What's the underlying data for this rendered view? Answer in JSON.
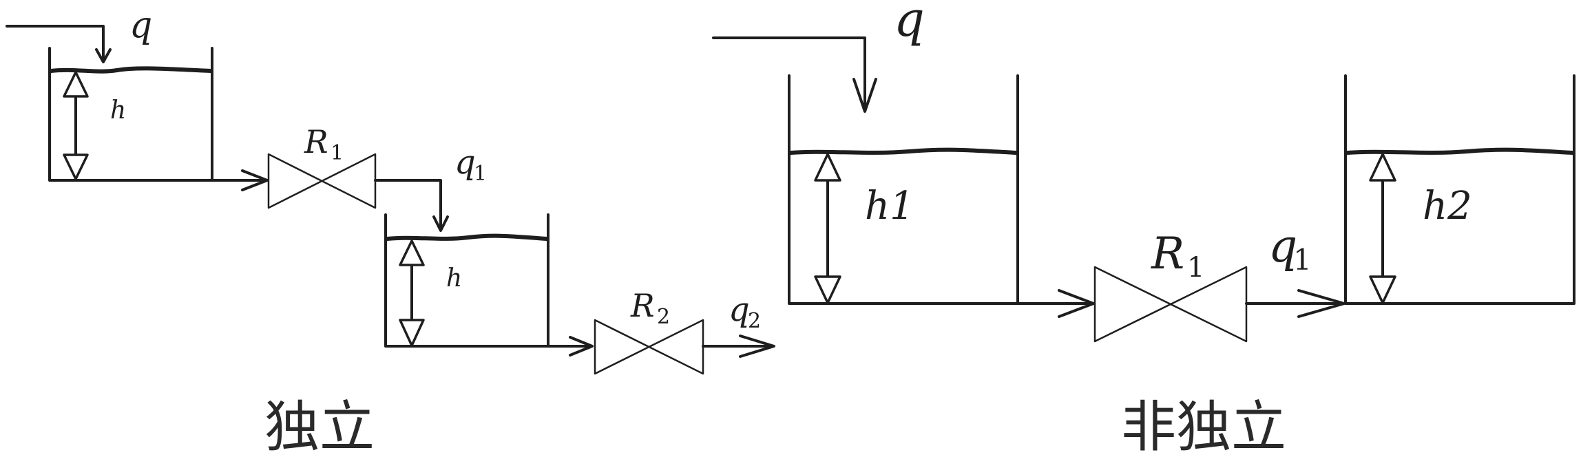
{
  "independent": {
    "caption": "独立",
    "inflow_label": "q",
    "tank1_level_label": "h",
    "valve1": {
      "symbol": "R",
      "subscript": "1"
    },
    "flow1": {
      "symbol": "q",
      "subscript": "1"
    },
    "tank2_level_label": "h",
    "valve2": {
      "symbol": "R",
      "subscript": "2"
    },
    "flow2": {
      "symbol": "q",
      "subscript": "2"
    }
  },
  "dependent": {
    "caption": "非独立",
    "inflow_label": "q",
    "tank1_level_label": "h1",
    "valve": {
      "symbol": "R",
      "subscript": "1"
    },
    "flow": {
      "symbol": "q",
      "subscript": "1"
    },
    "tank2_level_label": "h2"
  }
}
